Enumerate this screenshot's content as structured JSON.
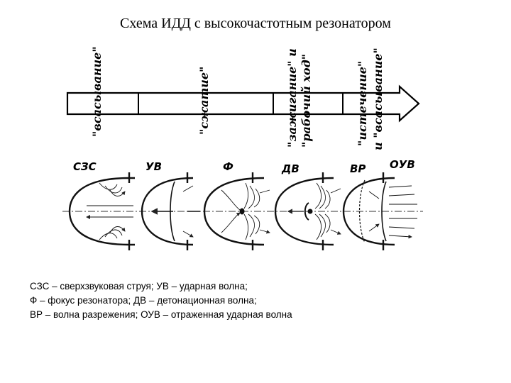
{
  "title": "Схема ИДД с высокочастотным резонатором",
  "phases": [
    {
      "id": "suction",
      "lines": [
        "\"всасывание\""
      ]
    },
    {
      "id": "compression",
      "lines": [
        "\"сжатие\""
      ]
    },
    {
      "id": "ignition",
      "lines": [
        "\"зажигание\" и",
        "\"рабочий ход\""
      ]
    },
    {
      "id": "exhaust",
      "lines": [
        "\"истечение\"",
        "и \"всасывание\""
      ]
    }
  ],
  "resonator_labels": [
    "СЗС",
    "УВ",
    "Ф",
    "ДВ",
    "ВР",
    "ОУВ"
  ],
  "legend": [
    "СЗС – сверхзвуковая струя;  УВ – ударная волна;",
    "Ф – фокус резонатора;  ДВ – детонационная волна;",
    "ВР – волна разрежения;  ОУВ – отраженная ударная волна"
  ]
}
